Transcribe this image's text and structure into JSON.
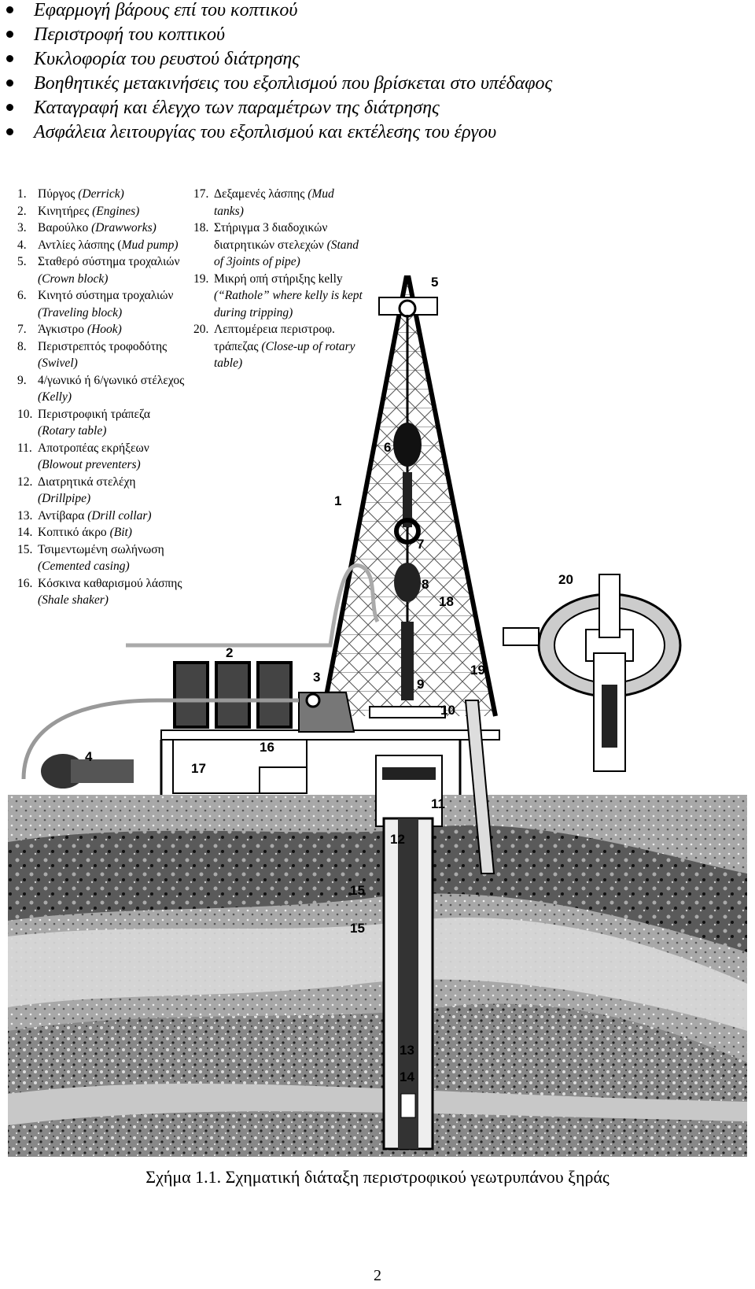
{
  "bullets": [
    "Εφαρμογή βάρους επί του κοπτικού",
    "Περιστροφή του κοπτικού",
    "Κυκλοφορία του ρευστού διάτρησης",
    "Βοηθητικές μετακινήσεις του εξοπλισμού που βρίσκεται στο υπέδαφος",
    "Καταγραφή και έλεγχο των παραμέτρων της διάτρησης",
    "Ασφάλεια λειτουργίας του εξοπλισμού και εκτέλεσης του έργου"
  ],
  "legend_left": [
    {
      "num": "1.",
      "gr": "Πύργος",
      "en": "(Derrick)"
    },
    {
      "num": "2.",
      "gr": "Κινητήρες",
      "en": "(Engines)"
    },
    {
      "num": "3.",
      "gr": "Βαρούλκο",
      "en": "(Drawworks)"
    },
    {
      "num": "4.",
      "gr": "Αντλίες λάσπης (",
      "en": "Mud pump)"
    },
    {
      "num": "5.",
      "gr": "Σταθερό σύστημα τροχαλιών",
      "en": "(Crown block)"
    },
    {
      "num": "6.",
      "gr": "Κινητό σύστημα τροχαλιών",
      "en": "(Traveling block)"
    },
    {
      "num": "7.",
      "gr": "Άγκιστρο",
      "en": "(Hook)"
    },
    {
      "num": "8.",
      "gr": "Περιστρεπτός τροφοδότης",
      "en": "(Swivel)"
    },
    {
      "num": "9.",
      "gr": "4/γωνικό ή 6/γωνικό στέλεχος",
      "en": "(Kelly)"
    },
    {
      "num": "10.",
      "gr": "Περιστροφική τράπεζα",
      "en": "(Rotary table)"
    },
    {
      "num": "11.",
      "gr": "Αποτροπέας εκρήξεων",
      "en": "(Blowout preventers)"
    },
    {
      "num": "12.",
      "gr": "Διατρητικά στελέχη",
      "en": "(Drillpipe)"
    },
    {
      "num": "13.",
      "gr": "Αντίβαρα",
      "en": "(Drill collar)"
    },
    {
      "num": "14.",
      "gr": "Κοπτικό άκρο",
      "en": "(Bit)"
    },
    {
      "num": "15.",
      "gr": "Τσιμεντωμένη σωλήνωση",
      "en": "(Cemented casing)"
    },
    {
      "num": "16.",
      "gr": "Κόσκινα καθαρισμού λάσπης",
      "en": "(Shale shaker)"
    }
  ],
  "legend_right": [
    {
      "num": "17.",
      "gr": "Δεξαμενές λάσπης",
      "en": "(Mud tanks)"
    },
    {
      "num": "18.",
      "gr": "Στήριγμα 3 διαδοχικών διατρητικών στελεχών",
      "en": "(Stand of 3joints of pipe)"
    },
    {
      "num": "19.",
      "gr": "Μικρή οπή στήριξης kelly",
      "en": "(“Rathole” where kelly is kept during tripping)"
    },
    {
      "num": "20.",
      "gr": "Λεπτομέρεια περιστροφ. τράπεζας",
      "en": "(Close-up of rotary table)"
    }
  ],
  "figure_labels": [
    "1",
    "2",
    "3",
    "4",
    "5",
    "6",
    "7",
    "8",
    "9",
    "10",
    "11",
    "12",
    "13",
    "14",
    "15",
    "15",
    "16",
    "17",
    "18",
    "19",
    "20"
  ],
  "caption": "Σχήμα 1.1. Σχηματική διάταξη περιστροφικού γεωτρυπάνου ξηράς",
  "page_number": "2"
}
